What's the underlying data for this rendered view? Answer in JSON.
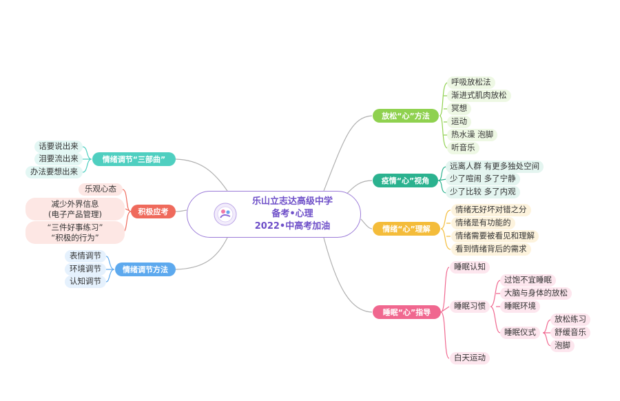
{
  "center": {
    "title_lines": [
      "乐山立志达高级中学",
      "备考•心理",
      "2022•中高考加油"
    ]
  },
  "colors": {
    "relax": "#8fd14f",
    "epidemic": "#2bb28f",
    "emotion_understand": "#f4bc3a",
    "sleep": "#f0678f",
    "three_parts": "#4fcfc0",
    "positive": "#ef6a5c",
    "methods": "#5da9ee",
    "center_border": "#9b7bd8"
  },
  "branches": {
    "relax": {
      "label": "放松“心”方法",
      "items": [
        "呼吸放松法",
        "渐进式肌肉放松",
        "冥想",
        "运动",
        "热水澡 泡脚",
        "听音乐"
      ]
    },
    "epidemic": {
      "label": "疫情“心”视角",
      "items": [
        "远离人群  有更多独处空间",
        "少了喧闹 多了宁静",
        "少了比较 多了内观"
      ]
    },
    "emotion_understand": {
      "label": "情绪“心”理解",
      "items": [
        "情绪无好坏对错之分",
        "情绪是有功能的",
        "情绪需要被看见和理解",
        "看到情绪背后的需求"
      ]
    },
    "sleep": {
      "label": "睡眠“心”指导",
      "items": [
        "睡眠认知",
        "睡眠习惯",
        "白天运动"
      ],
      "habit_items": [
        "过饱不宜睡眠",
        "大脑与身体的放松",
        "睡眠环境",
        "睡眠仪式"
      ],
      "ritual_items": [
        "放松练习",
        "舒缓音乐",
        "泡脚"
      ]
    },
    "three_parts": {
      "label": "情绪调节“三部曲”",
      "items": [
        "话要说出来",
        "泪要流出来",
        "办法要想出来"
      ]
    },
    "positive": {
      "label": "积极应考",
      "items": [
        "乐观心态",
        "减少外界信息\n(电子产品管理)",
        "“三件好事练习”\n“积极的行为”"
      ]
    },
    "methods": {
      "label": "情绪调节方法",
      "items": [
        "表情调节",
        "环境调节",
        "认知调节"
      ]
    }
  }
}
